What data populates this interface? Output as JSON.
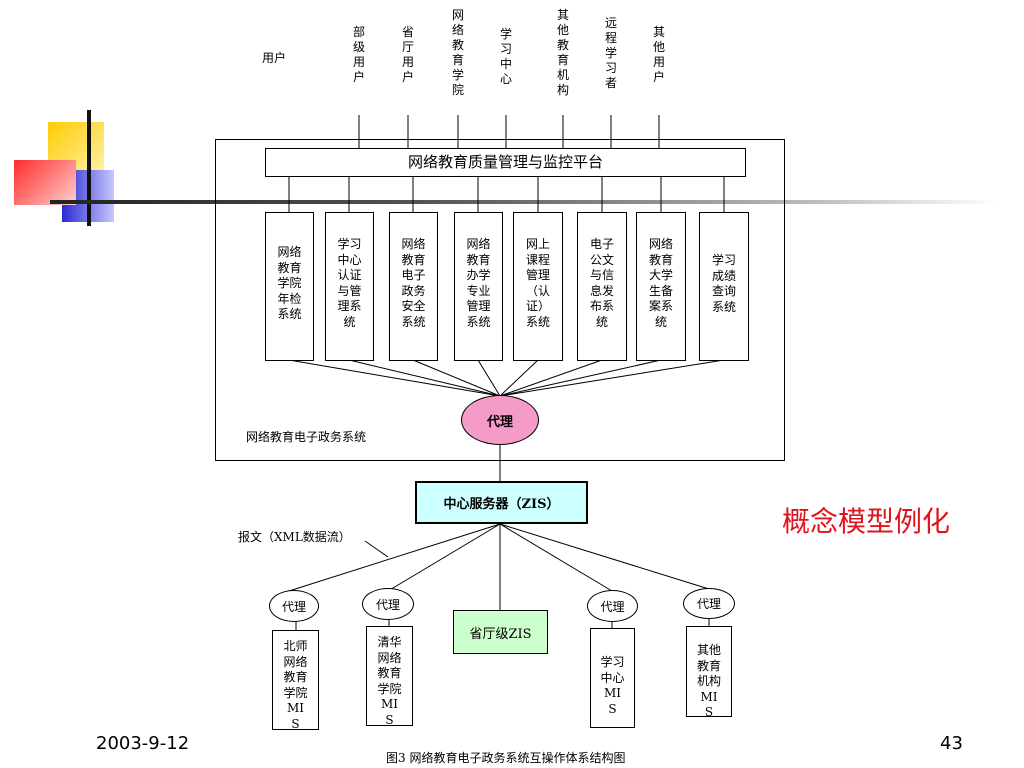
{
  "slide": {
    "title": "概念模型例化",
    "date": "2003-9-12",
    "page_number": "43",
    "caption": "图3  网络教育电子政务系统互操作体系结构图"
  },
  "users": {
    "label": "用户",
    "items": [
      "部级用户",
      "省厅用户",
      "网络教育学院",
      "学习中心",
      "其他教育机构",
      "远程学习者",
      "其他用户"
    ]
  },
  "platform": {
    "label": "网络教育质量管理与监控平台"
  },
  "subsystems": [
    "网络教育学院年检系统",
    "学习中心认证与管理系统",
    "网络教育电子政务安全系统",
    "网络教育办学专业管理系统",
    "网上课程管理（认证）系统",
    "电子公文与信息发布系统",
    "网络教育大学生备案系统",
    "学习成绩查询系统"
  ],
  "proxy_main": "代理",
  "system_label": "网络教育电子政务系统",
  "center_server": "中心服务器（ZIS）",
  "message_label": "报文（XML数据流）",
  "province_zis": "省厅级ZIS",
  "lower": {
    "proxy_label": "代理",
    "mis": [
      "北师网络教育学院MIS",
      "清华网络教育学院MIS",
      "学习中心MIS",
      "其他教育机构MIS"
    ]
  },
  "colors": {
    "title": "#e0141e",
    "proxy_fill": "#f59bc8",
    "server_fill": "#ccffff",
    "province_fill": "#ccffcc",
    "deco_yellow": "#ffcc00",
    "deco_red": "#ff3333",
    "deco_blue": "#3333cc"
  }
}
